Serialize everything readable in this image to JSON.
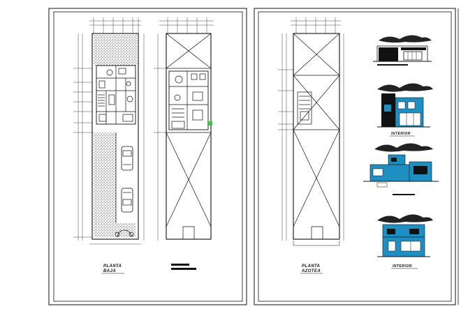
{
  "sheets": [
    {
      "name": "sheet-left",
      "plans": [
        {
          "label_line1": "PLANTA",
          "label_line2": "BAJA"
        },
        {
          "label_line1": "",
          "label_line2": ""
        }
      ]
    },
    {
      "name": "sheet-right",
      "plans": [
        {
          "label_line1": "PLANTA",
          "label_line2": "AZOTEA"
        }
      ],
      "elevations": [
        {
          "caption": ""
        },
        {
          "caption": "INTERIOR"
        },
        {
          "caption": ""
        },
        {
          "caption": "INTERIOR"
        }
      ]
    }
  ],
  "colors": {
    "line": "#111111",
    "accent_blue": "#1e8fc0",
    "accent_green": "#33cc33"
  }
}
